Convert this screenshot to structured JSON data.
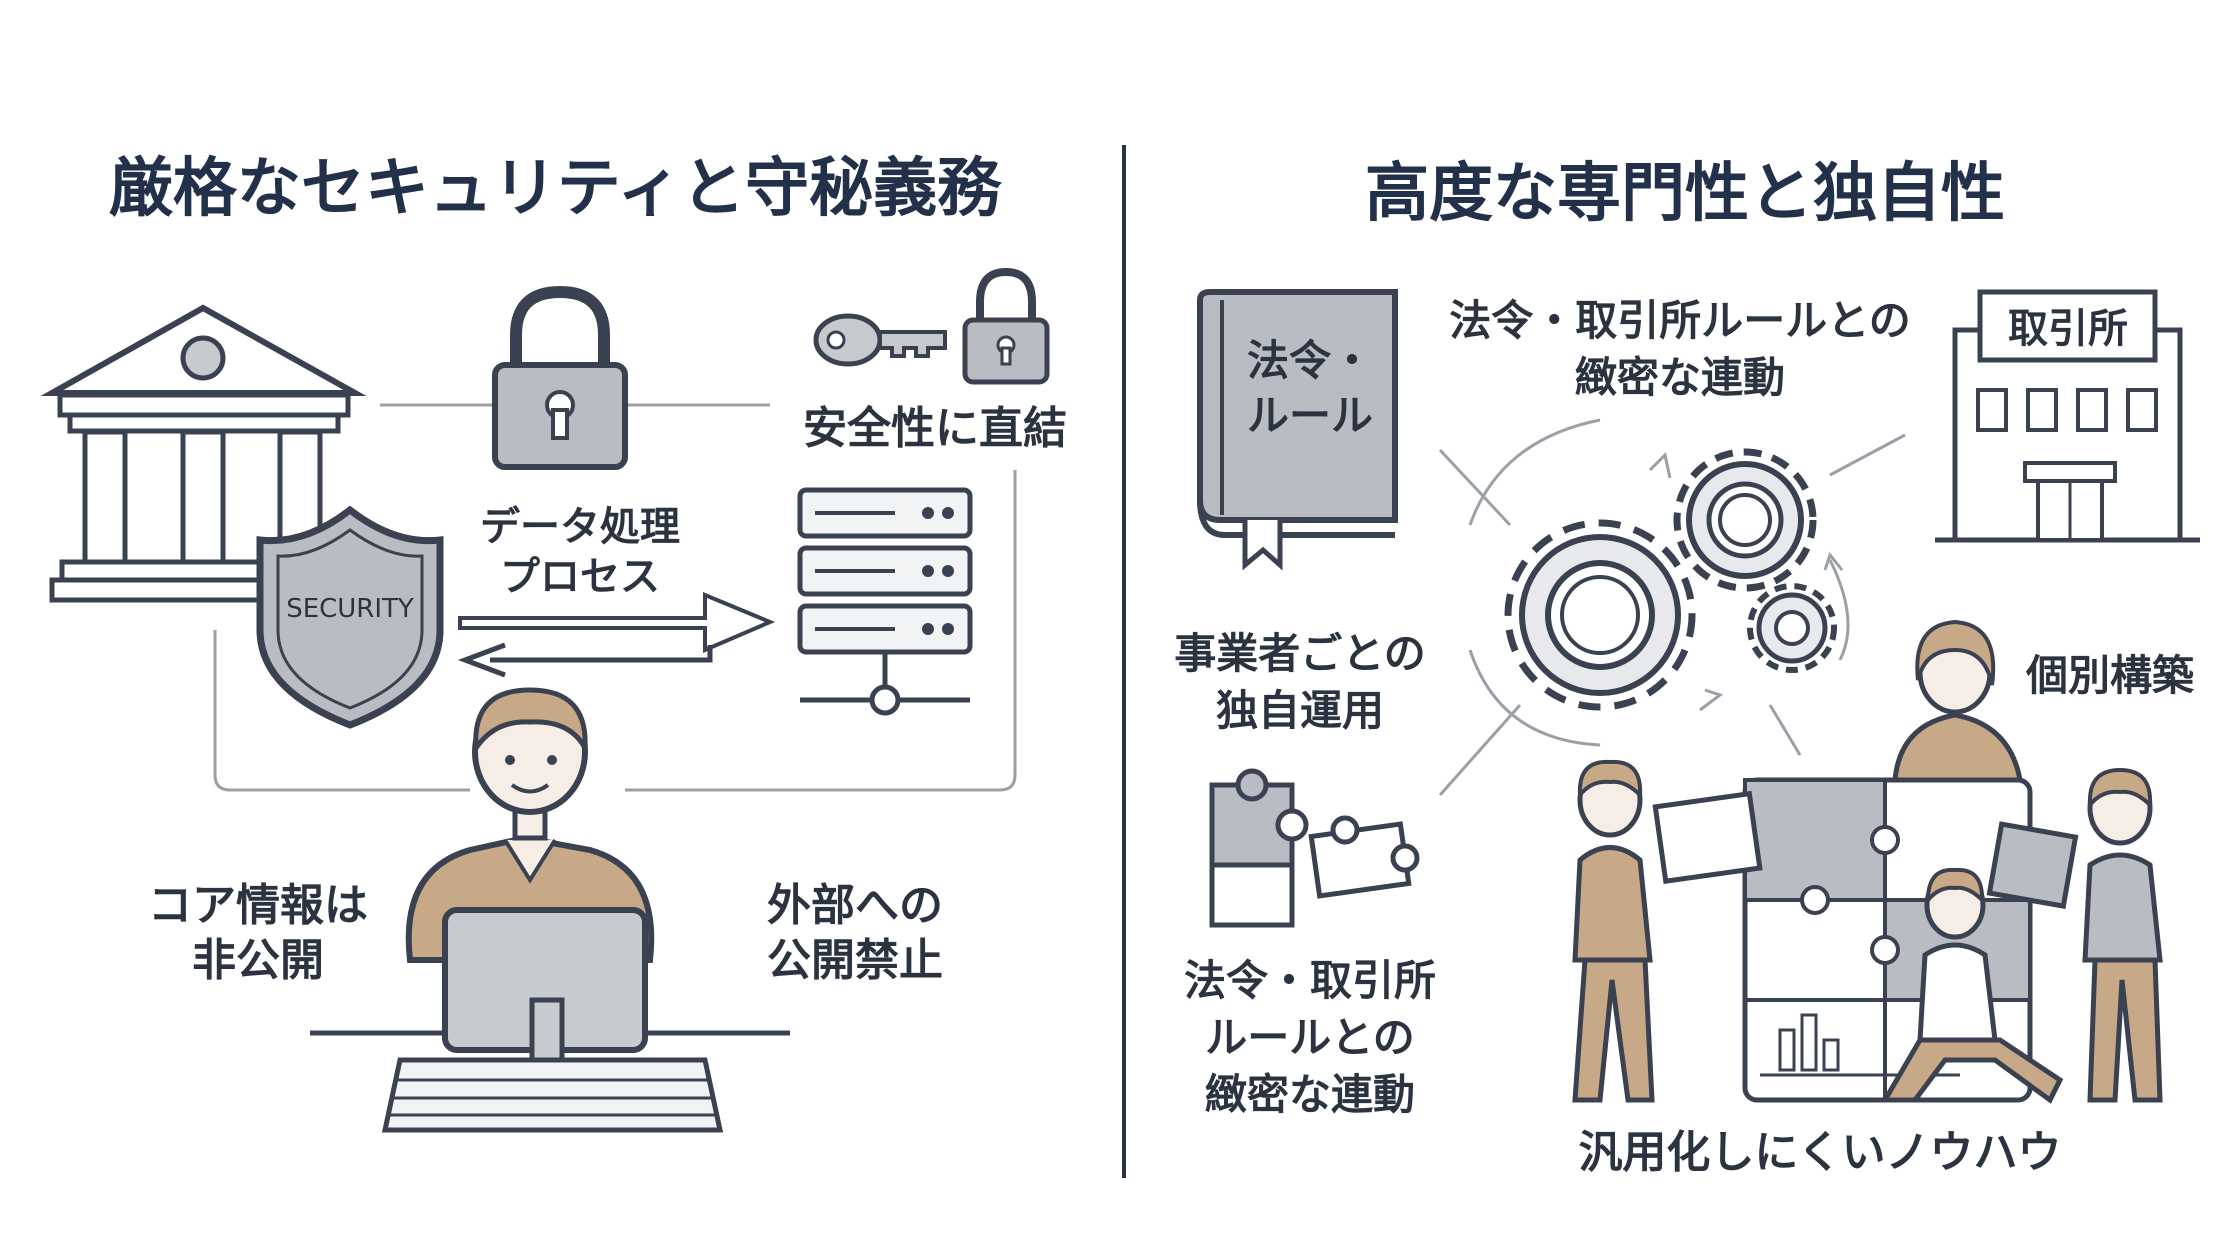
{
  "left": {
    "title": "厳格なセキュリティと守秘義務",
    "shield_text": "SECURITY",
    "label_data_processing": [
      "データ処理",
      "プロセス"
    ],
    "label_security_link": "安全性に直結",
    "label_core_private": [
      "コア情報は",
      "非公開"
    ],
    "label_external_prohibited": [
      "外部への",
      "公開禁止"
    ]
  },
  "right": {
    "title": "高度な専門性と独自性",
    "book_label": [
      "法令・",
      "ルール"
    ],
    "exchange_sign": "取引所",
    "label_rules_link_top": [
      "法令・取引所ルールとの",
      "緻密な連動"
    ],
    "label_unique_ops": [
      "事業者ごとの",
      "独自運用"
    ],
    "label_rules_link_bottom": [
      "法令・取引所",
      "ルールとの",
      "緻密な連動"
    ],
    "label_individual_build": "個別構築",
    "label_knowhow": "汎用化しにくいノウハウ"
  },
  "colors": {
    "title": "#22304a",
    "text": "#2c3340",
    "outline": "#3a4150",
    "gray_fill": "#b9bcc3",
    "tan_fill": "#c8a987",
    "connector": "#9aa0a8"
  },
  "icons": [
    "bank-icon",
    "padlock-icon",
    "key-icon",
    "shield-icon",
    "server-icon",
    "person-at-computer-icon",
    "book-icon",
    "building-icon",
    "gears-icon",
    "puzzle-icon",
    "team-puzzle-icon"
  ]
}
